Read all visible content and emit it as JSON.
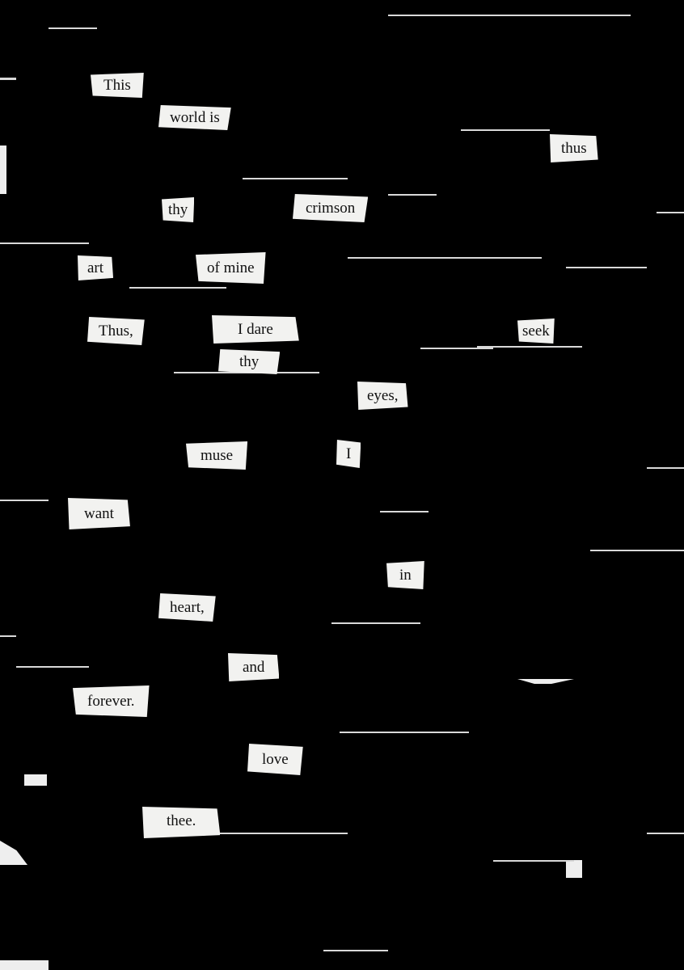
{
  "poem": {
    "words": [
      "This",
      "world is",
      "thus",
      "thy",
      "crimson",
      "art",
      "of mine",
      "Thus,",
      "I dare",
      "seek",
      "thy",
      "eyes,",
      "muse",
      "I",
      "want",
      "in",
      "heart,",
      "and",
      "forever.",
      "love",
      "thee."
    ]
  },
  "colors": {
    "background": "#000000",
    "paper": "#f2f2f0",
    "ink": "#111111"
  }
}
